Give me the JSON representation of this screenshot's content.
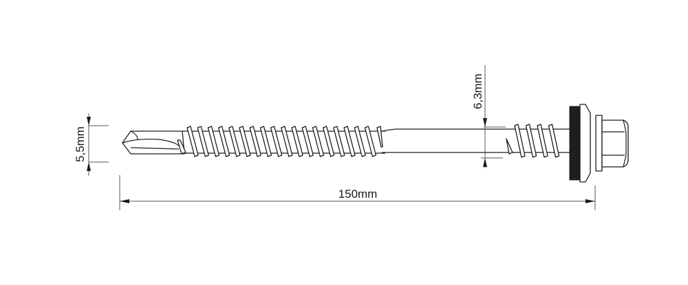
{
  "drawing": {
    "subject": "self-drilling roofing screw with EPDM washer",
    "dimensions": {
      "diameter_tip": "5,5mm",
      "diameter_thread": "6,3mm",
      "length": "150mm"
    },
    "colors": {
      "line": "#1a1a1a",
      "washer_rubber": "#1e1e1e",
      "background": "#ffffff"
    }
  }
}
